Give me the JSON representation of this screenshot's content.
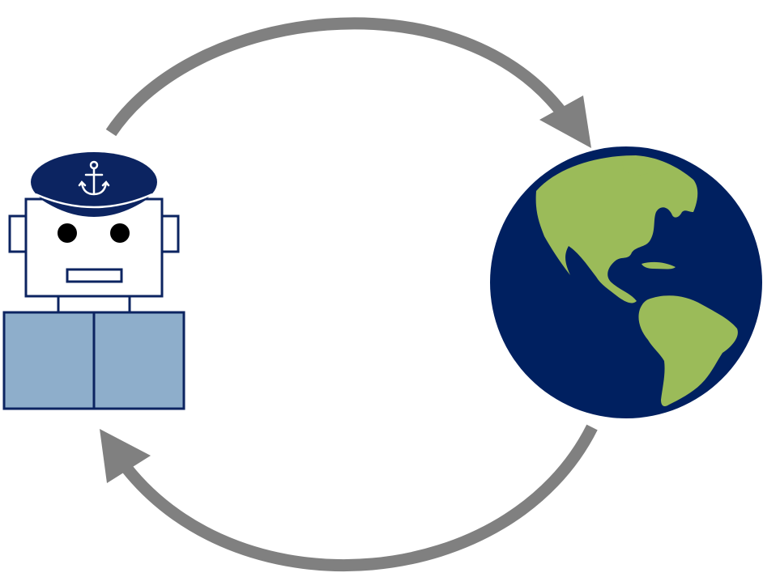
{
  "diagram": {
    "kind": "agent-environment-loop",
    "nodes": [
      {
        "id": "agent",
        "icon": "captain-robot-icon"
      },
      {
        "id": "environment",
        "icon": "earth-globe-icon"
      }
    ],
    "edges": [
      {
        "from": "agent",
        "to": "environment",
        "icon": "arrow-top-icon"
      },
      {
        "from": "environment",
        "to": "agent",
        "icon": "arrow-bottom-icon"
      }
    ]
  },
  "colors": {
    "background": "#ffffff",
    "arrow": "#808080",
    "navy": "#0c2461",
    "robot_face": "#ffffff",
    "robot_body": "#8eaecb",
    "land": "#9bbb59",
    "ocean": "#002060",
    "eye": "#000000"
  }
}
